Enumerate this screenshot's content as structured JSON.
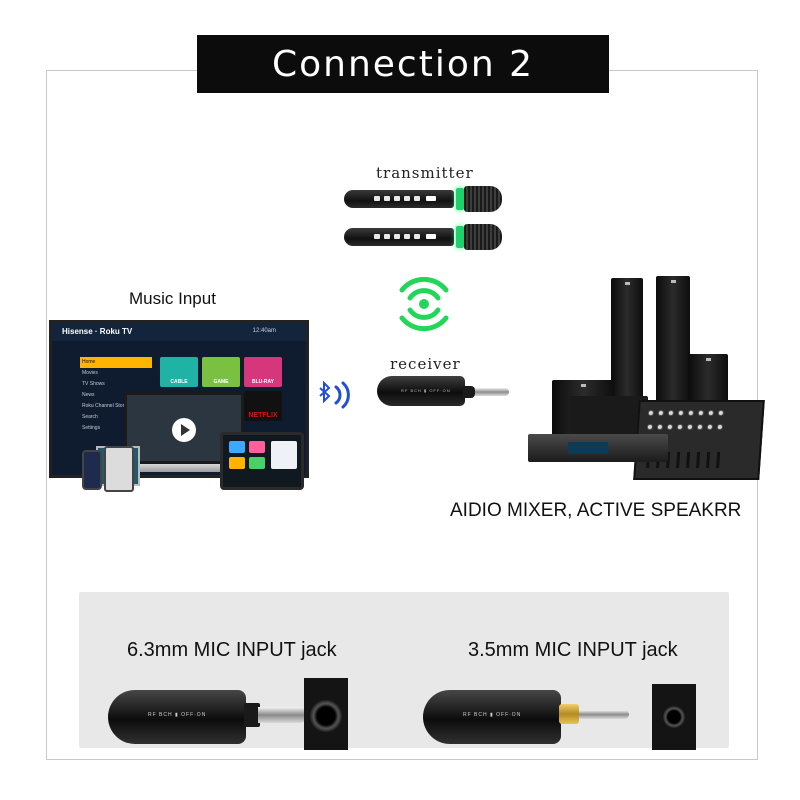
{
  "title": "Connection 2",
  "labels": {
    "transmitter": "transmitter",
    "receiver": "receiver",
    "music_input": "Music Input",
    "mixer": "AIDIO MIXER, ACTIVE SPEAKRR",
    "jack_63": "6.3mm MIC INPUT jack",
    "jack_35": "3.5mm MIC INPUT jack"
  },
  "tv": {
    "brand": "Hisense · Roku TV",
    "time": "12:40am",
    "menu": [
      "Home",
      "Movies",
      "TV Shows",
      "News",
      "Roku Channel Store",
      "Search",
      "Settings"
    ],
    "tiles": [
      "CABLE",
      "GAME",
      "BLU-RAY",
      "NETFLIX"
    ]
  },
  "receiver_text": "RF  BCH  ▮  OFF·ON",
  "colors": {
    "banner": "#0c0c0c",
    "signal_green": "#22d65a",
    "bluetooth_blue": "#1f4fd6",
    "panel_gray": "#e8e8e8"
  },
  "icons": [
    "wifi-signal-icon",
    "bluetooth-icon",
    "play-icon"
  ]
}
